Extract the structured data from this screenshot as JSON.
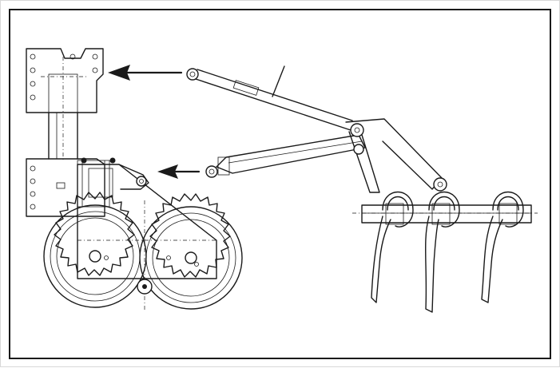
{
  "figure": {
    "description_visible_text": "",
    "colors": {
      "line": "#1a1a1a",
      "background": "#ffffff",
      "frame": "#1a1a1a"
    },
    "parts": [
      "headstock-frame",
      "mounting-plate",
      "packer-roller-front",
      "packer-roller-rear",
      "top-link",
      "hydraulic-cylinder",
      "tine-beam",
      "spring-tines",
      "arrow-top-link",
      "arrow-cylinder"
    ]
  }
}
